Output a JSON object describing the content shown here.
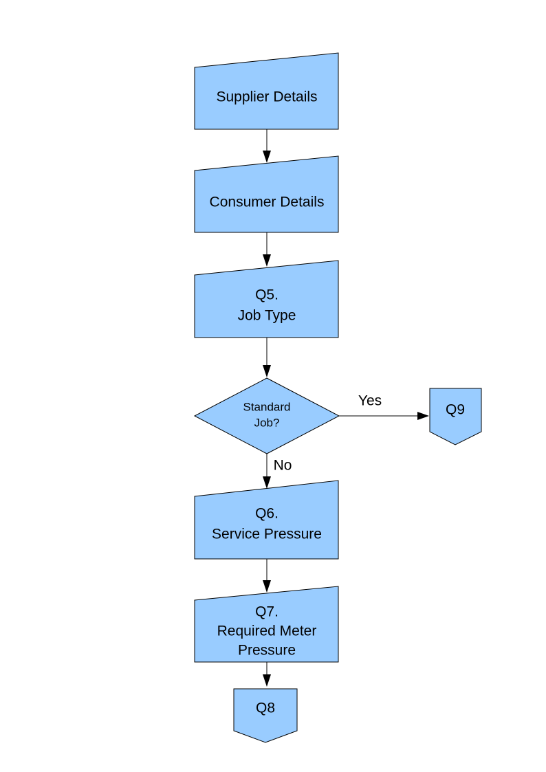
{
  "diagram": {
    "colors": {
      "background": "#FFFFFF",
      "node_fill": "#99CCFF",
      "node_stroke": "#000000",
      "connector": "#000000",
      "text": "#000000"
    },
    "nodes": {
      "supplier": {
        "label": "Supplier Details"
      },
      "consumer": {
        "label": "Consumer Details"
      },
      "q5": {
        "line1": "Q5.",
        "line2": "Job Type"
      },
      "decision": {
        "line1": "Standard",
        "line2": "Job?"
      },
      "q9": {
        "label": "Q9"
      },
      "q6": {
        "line1": "Q6.",
        "line2": "Service Pressure"
      },
      "q7": {
        "line1": "Q7.",
        "line2": "Required Meter",
        "line3": "Pressure"
      },
      "q8": {
        "label": "Q8"
      }
    },
    "edge_labels": {
      "yes": "Yes",
      "no": "No"
    }
  }
}
